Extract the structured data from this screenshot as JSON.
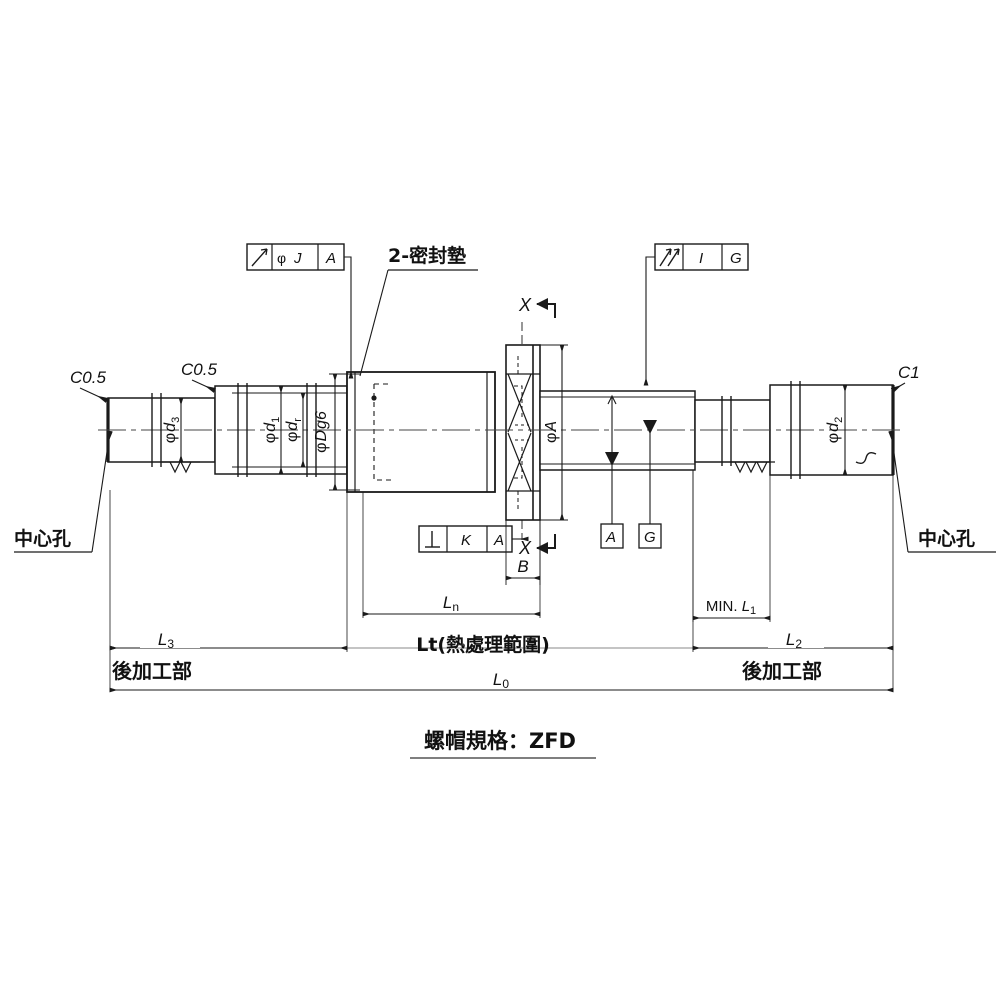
{
  "drawing": {
    "title": "Ball Screw Shaft Assembly Drawing",
    "caption": "螺帽規格：ZFD",
    "nut_spec_label": "螺帽規格",
    "nut_spec_value": "ZFD",
    "line_color": "#1a1a1a",
    "text_color": "#111111",
    "background": "#ffffff"
  },
  "feature_control_frames": [
    {
      "id": "fcf-left",
      "symbol": "circular-runout-icon",
      "cells": [
        "⌀",
        "J",
        "A"
      ],
      "diameter_symbol": "φ",
      "tolerance_letter": "J",
      "datum": "A"
    },
    {
      "id": "fcf-right",
      "symbol": "total-runout-icon",
      "cells": [
        "I",
        "G"
      ],
      "tolerance_letter": "I",
      "datum": "G"
    },
    {
      "id": "fcf-bottom",
      "symbol": "perpendicularity-icon",
      "cells": [
        "K",
        "A"
      ],
      "tolerance_letter": "K",
      "datum": "A"
    }
  ],
  "datum_boxes": [
    {
      "id": "datum-a",
      "label": "A"
    },
    {
      "id": "datum-g",
      "label": "G"
    }
  ],
  "section_marks": [
    {
      "id": "section-x-top",
      "label": "X"
    },
    {
      "id": "section-x-bottom",
      "label": "X"
    }
  ],
  "leader_notes": [
    {
      "id": "note-seal",
      "text": "2-密封墊"
    },
    {
      "id": "note-center-hole-left",
      "text": "中心孔"
    },
    {
      "id": "note-center-hole-right",
      "text": "中心孔"
    }
  ],
  "chamfers": [
    {
      "id": "chamfer-left-end",
      "text": "C0.5"
    },
    {
      "id": "chamfer-left-step",
      "text": "C0.5"
    },
    {
      "id": "chamfer-right-end",
      "text": "C1"
    }
  ],
  "diameter_dimensions": [
    {
      "id": "dim-d3",
      "prefix": "φ",
      "base": "d",
      "sub": "3"
    },
    {
      "id": "dim-d1",
      "prefix": "φ",
      "base": "d",
      "sub": "1"
    },
    {
      "id": "dim-dr",
      "prefix": "φ",
      "base": "d",
      "sub": "r"
    },
    {
      "id": "dim-Dg6",
      "prefix": "φ",
      "base": "D",
      "sub": "g6",
      "inline": true
    },
    {
      "id": "dim-A",
      "prefix": "φ",
      "base": "A",
      "sub": ""
    },
    {
      "id": "dim-d2",
      "prefix": "φ",
      "base": "d",
      "sub": "2"
    }
  ],
  "length_dimensions": [
    {
      "id": "dim-B",
      "base": "B",
      "sub": ""
    },
    {
      "id": "dim-Ln",
      "base": "L",
      "sub": "n"
    },
    {
      "id": "dim-Lt",
      "base": "Lt",
      "sub": "",
      "suffix": "(熱處理範圍)",
      "full": "Lt(熱處理範圍)"
    },
    {
      "id": "dim-L3",
      "base": "L",
      "sub": "3"
    },
    {
      "id": "dim-L2",
      "base": "L",
      "sub": "2"
    },
    {
      "id": "dim-L1",
      "base": "L",
      "sub": "1",
      "prefix": "MIN. ",
      "full": "MIN. L1"
    },
    {
      "id": "dim-L0",
      "base": "L",
      "sub": "0"
    }
  ],
  "zone_labels": [
    {
      "id": "zone-left",
      "text": "後加工部"
    },
    {
      "id": "zone-right",
      "text": "後加工部"
    }
  ],
  "surface_finish_marks": [
    {
      "id": "finish-left",
      "triangles": 2
    },
    {
      "id": "finish-right",
      "triangles": 3
    }
  ]
}
